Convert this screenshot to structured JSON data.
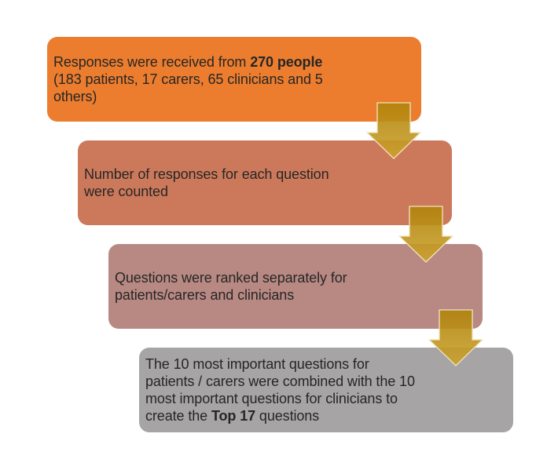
{
  "flowchart": {
    "description": "Survey responses process flow",
    "background_color": "#ffffff",
    "text_color": "#262626",
    "steps": [
      {
        "label": "step-1",
        "bg": "#EC7D2E",
        "text_before": "Responses were received from ",
        "text_bold": "270 people",
        "text_after": " (183 patients, 17 carers, 65 clinicians and 5 others)"
      },
      {
        "label": "step-2",
        "bg": "#CC795B",
        "text_before": "Number of responses for each question were counted",
        "text_bold": "",
        "text_after": ""
      },
      {
        "label": "step-3",
        "bg": "#B88983",
        "text_before": "Questions were ranked separately for patients/carers and clinicians",
        "text_bold": "",
        "text_after": ""
      },
      {
        "label": "step-4",
        "bg": "#A6A4A4",
        "text_before": "The 10 most important questions for patients / carers were combined with the 10 most important questions for clinicians to create the ",
        "text_bold": "Top 17",
        "text_after": " questions"
      }
    ],
    "arrow": {
      "label": "down-arrow",
      "gradient_top": "#B0830A",
      "gradient_bottom": "#CCA32E",
      "outline": "#F0E4BE"
    }
  }
}
